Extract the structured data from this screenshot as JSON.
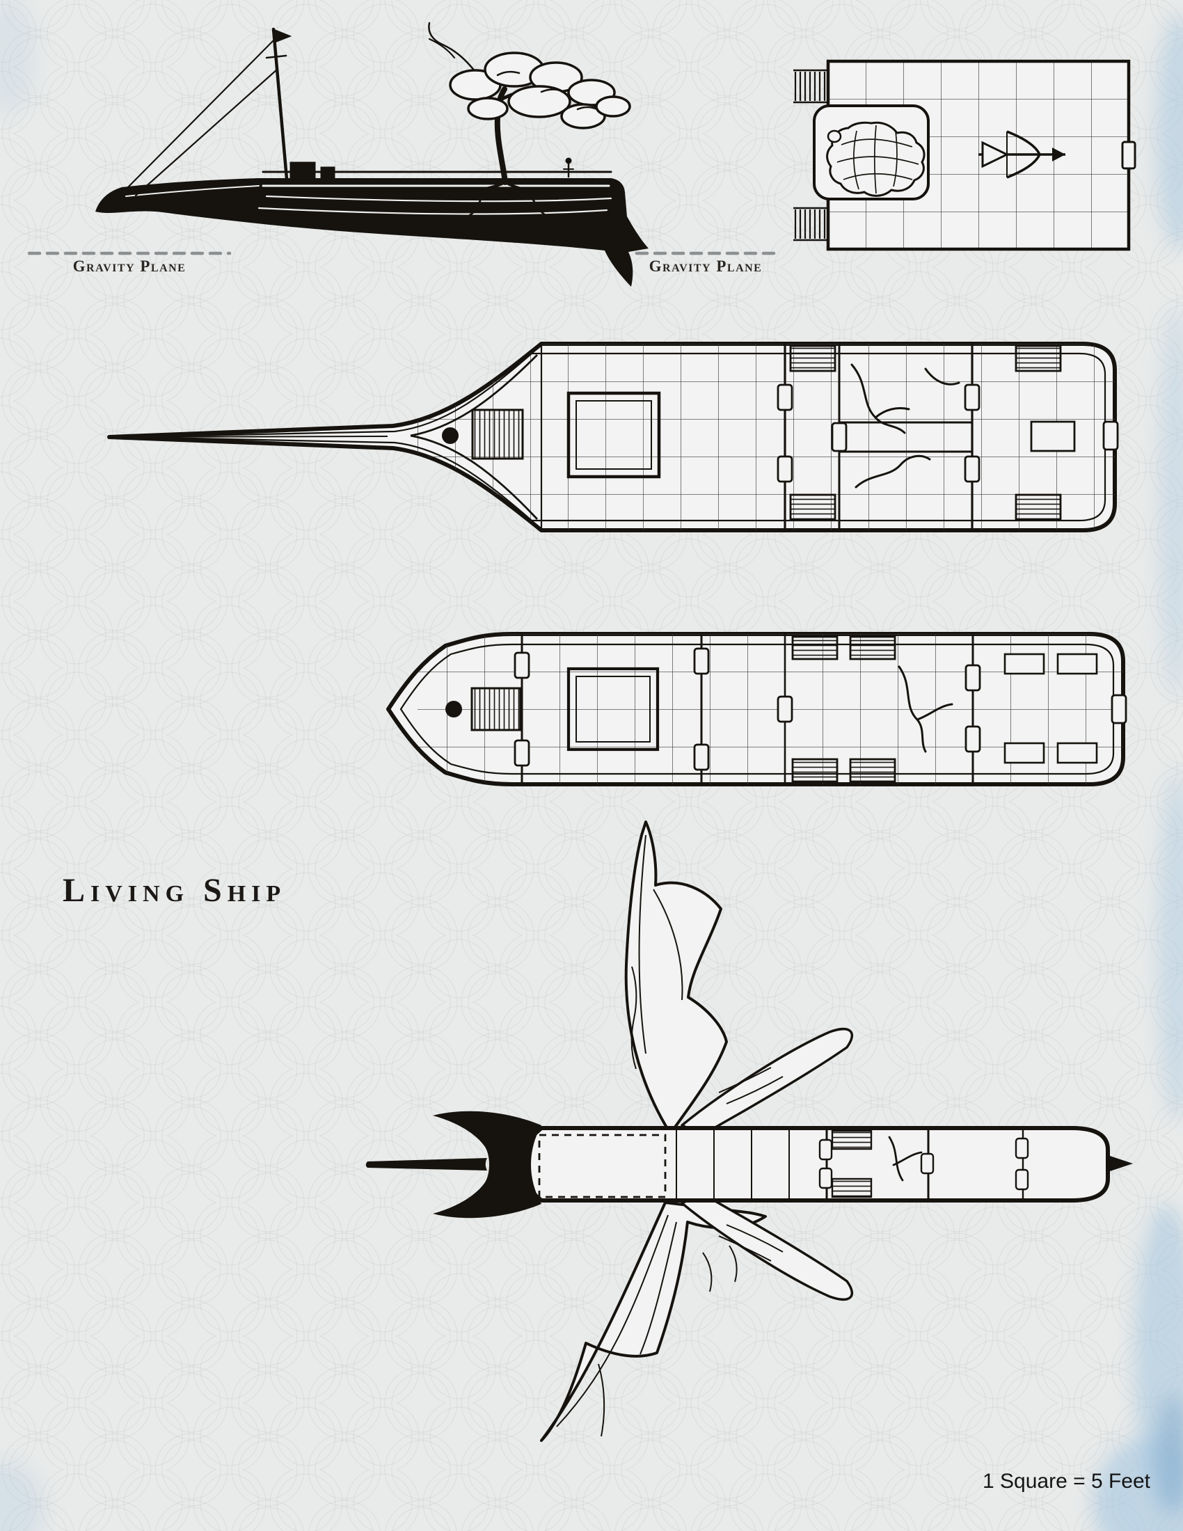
{
  "title": "Living Ship",
  "scale_note": "1 Square = 5 Feet",
  "gravity_plane": {
    "left_label": "Gravity Plane",
    "right_label": "Gravity Plane"
  },
  "views": {
    "side_profile": "living-ship-side-profile",
    "aft_deck": "aft-deck-plan",
    "main_deck": "main-deck-plan",
    "lower_deck": "lower-deck-plan",
    "exterior_top": "exterior-top-view-with-wings"
  },
  "legend": {
    "grid_square_feet": "5"
  },
  "colors": {
    "ink": "#16130f",
    "paper": "#e9ebea",
    "scale_pattern": "#9aa4a6",
    "watercolor_edge": "#a9c8e0",
    "gravity_line": "#8c9092"
  }
}
